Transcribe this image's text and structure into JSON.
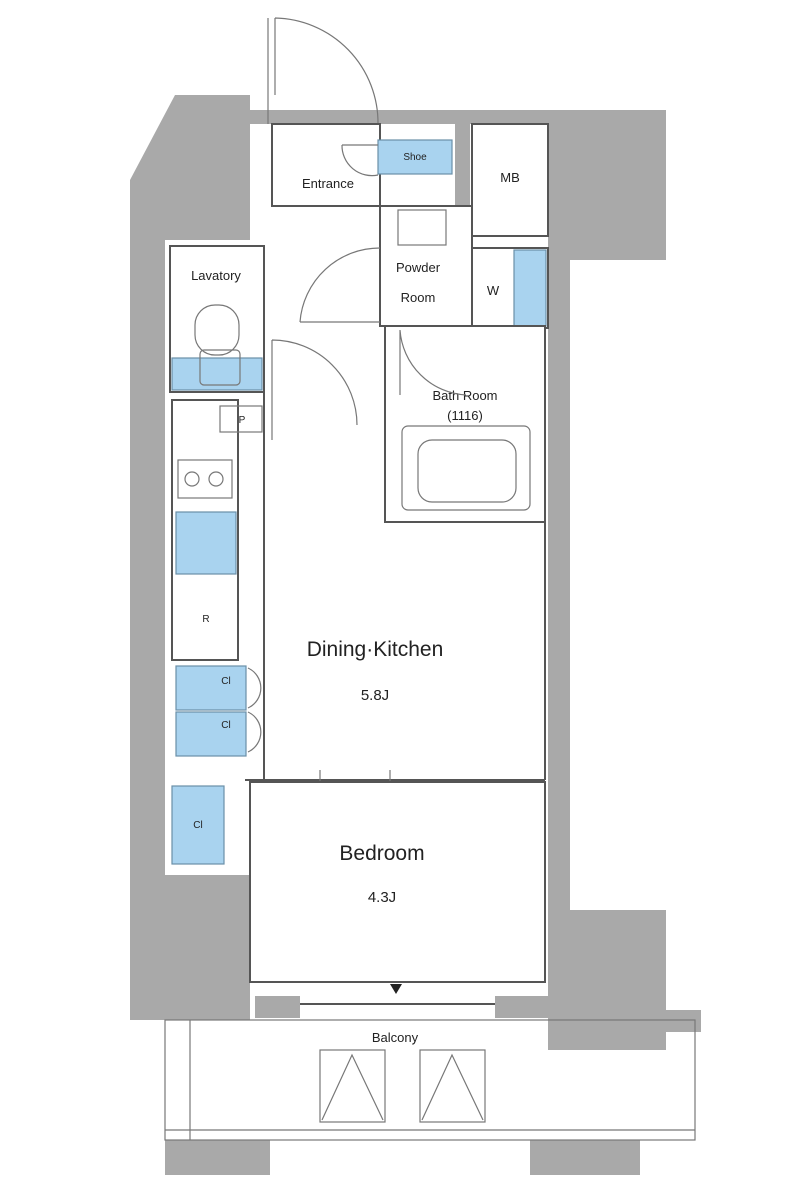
{
  "rooms": {
    "entrance": "Entrance",
    "shoe_storage": "Shoe",
    "mb": "MB",
    "lavatory": "Lavatory",
    "powder_room_line1": "Powder",
    "powder_room_line2": "Room",
    "w": "W",
    "bath_room_line1": "Bath Room",
    "bath_room_line2": "(1116)",
    "fridge": "R",
    "cl_1": "Cl",
    "cl_2": "Cl",
    "dining_kitchen": "Dining·Kitchen",
    "dining_kitchen_size": "5.8J",
    "bedroom": "Bedroom",
    "bedroom_size": "4.3J",
    "closet": "Cl",
    "balcony": "Balcony",
    "pf": "P"
  }
}
